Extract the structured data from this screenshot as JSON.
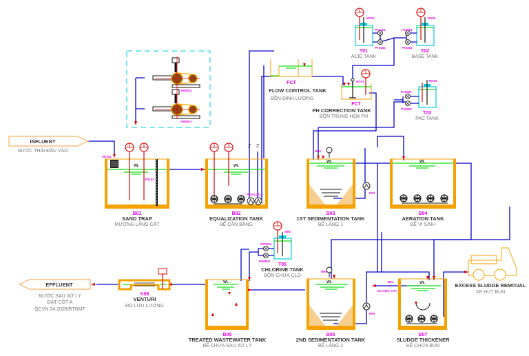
{
  "diagram": {
    "title": "Wastewater treatment process flow diagram",
    "colors": {
      "pipe": "#0000cc",
      "tank_wall": "#f5a200",
      "water_level": "#11dd11",
      "instrument": "#e00000",
      "code_label": "#e600e6",
      "chemical_tank": "#00ccdd",
      "io_box": "#f5b060"
    },
    "io": {
      "influent": {
        "label": "INFLUENT",
        "sub": "NƯỚC THẢI ĐẦU VÀO"
      },
      "effluent": {
        "label": "EFFLUENT",
        "sub1": "NƯỚC SAU XỬ LÝ",
        "sub2": "ĐẠT CỘT A",
        "sub3": "QCVN 24:2009/BTNMT"
      },
      "sludge_truck": {
        "label": "EXCESS SLUDGE REMOVAL",
        "sub": "XE HÚT BÙN"
      }
    },
    "tanks": {
      "b01": {
        "code": "B01",
        "name": "SAND TRAP",
        "sub": "MƯƠNG LẮNG CÁT"
      },
      "b02": {
        "code": "B02",
        "name": "EQUALIZATION TANK",
        "sub": "BỂ CÂN BẰNG"
      },
      "b03": {
        "code": "B03",
        "name": "1ST SEDIMENTATION TANK",
        "sub": "BỂ LẮNG 1"
      },
      "b04": {
        "code": "B04",
        "name": "AERATION TANK",
        "sub": "BỂ VI SINH"
      },
      "b05": {
        "code": "B05",
        "name": "2ND SEDIMENTATION TANK",
        "sub": "BỂ LẮNG 2"
      },
      "b06": {
        "code": "B06",
        "name": "TREATED WASTEWATER TANK",
        "sub": "BỂ CHỨA SAU XỬ LÝ"
      },
      "b07": {
        "code": "B07",
        "name": "SLUDGE THICKENER",
        "sub": "BỂ CHỨA BÙN"
      },
      "fct1": {
        "code": "FCT",
        "name": "FLOW CONTROL TANK",
        "sub": "BỒN ĐỊNH LƯỢNG"
      },
      "fct2": {
        "code": "FCT",
        "name": "PH CORRECTION TANK",
        "sub": "BỒN TRUNG HÒA PH"
      },
      "t01": {
        "code": "T01",
        "name": "ACID TANK"
      },
      "t02": {
        "code": "T02",
        "name": "BASE TANK"
      },
      "t03": {
        "code": "T03",
        "name": "PAC TANK"
      },
      "t05": {
        "code": "T05",
        "name": "CHLORINE TANK",
        "sub": "BỒN CHỨA CLO"
      },
      "k06": {
        "code": "K06",
        "name": "VENTURI",
        "sub": "ĐO LƯU LƯỢNG"
      }
    },
    "tags": {
      "wl": "WL",
      "sd101": "SD101",
      "sd102": "SD102",
      "p0201": "P0201,/02",
      "p03": "P03",
      "p05": "P05",
      "m03": "M03",
      "m05": "M05",
      "mt01": "MT01",
      "mt02": "MT02",
      "mt03": "MT03",
      "mt05": "M05",
      "pt0101": "PT0101",
      "pt0102": "PT0102",
      "pt0201": "PT0201",
      "pt0202": "PT0202",
      "pt0301": "PT0301",
      "pt0302": "PT0302",
      "dp0501": "DP0501",
      "dp0502": "DP0502",
      "ab0401": "AB0401",
      "ab0402": "AB0402",
      "b01_return": "B01",
      "b01_return_sub": "M.LẮNG CÁT"
    }
  }
}
